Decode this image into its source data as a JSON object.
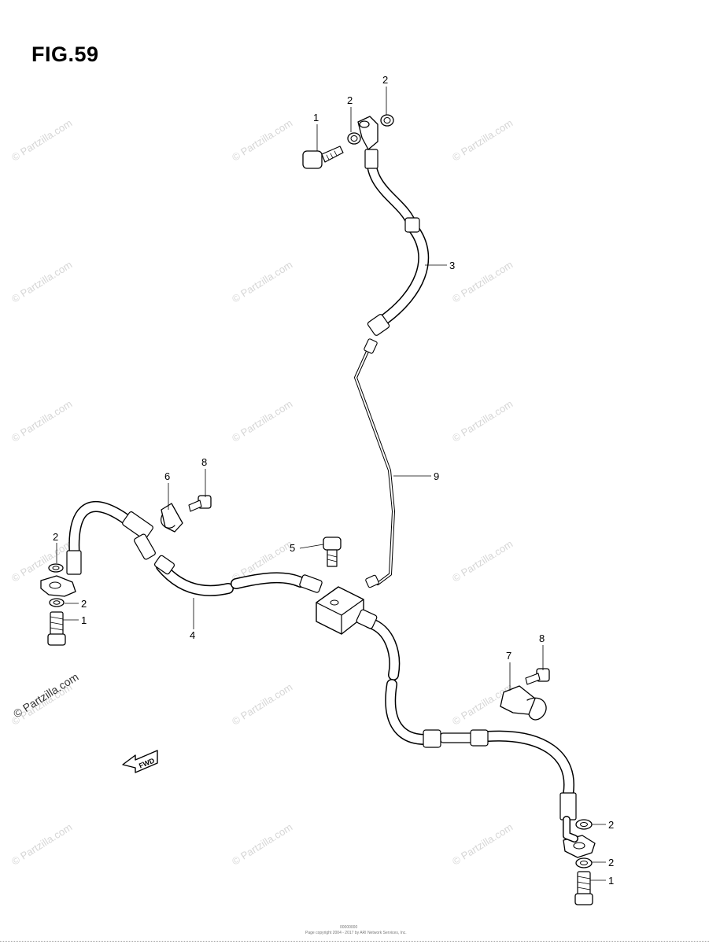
{
  "figure": {
    "title": "FIG.59"
  },
  "watermark": {
    "text": "© Partzilla.com",
    "dark_text": "© Partzilla.com"
  },
  "fwd_label": "FWD",
  "callouts": [
    {
      "id": "c-top-1",
      "label": "1"
    },
    {
      "id": "c-top-2a",
      "label": "2"
    },
    {
      "id": "c-top-2b",
      "label": "2"
    },
    {
      "id": "c-3",
      "label": "3"
    },
    {
      "id": "c-9",
      "label": "9"
    },
    {
      "id": "c-6",
      "label": "6"
    },
    {
      "id": "c-8a",
      "label": "8"
    },
    {
      "id": "c-5",
      "label": "5"
    },
    {
      "id": "c-left-2a",
      "label": "2"
    },
    {
      "id": "c-left-2b",
      "label": "2"
    },
    {
      "id": "c-left-1",
      "label": "1"
    },
    {
      "id": "c-4",
      "label": "4"
    },
    {
      "id": "c-7",
      "label": "7"
    },
    {
      "id": "c-8b",
      "label": "8"
    },
    {
      "id": "c-right-2a",
      "label": "2"
    },
    {
      "id": "c-right-2b",
      "label": "2"
    },
    {
      "id": "c-right-1",
      "label": "1"
    }
  ],
  "footer": {
    "id_text": "00000000",
    "copyright": "Page copyright 2004 - 2017 by ARI Network Services, Inc."
  }
}
